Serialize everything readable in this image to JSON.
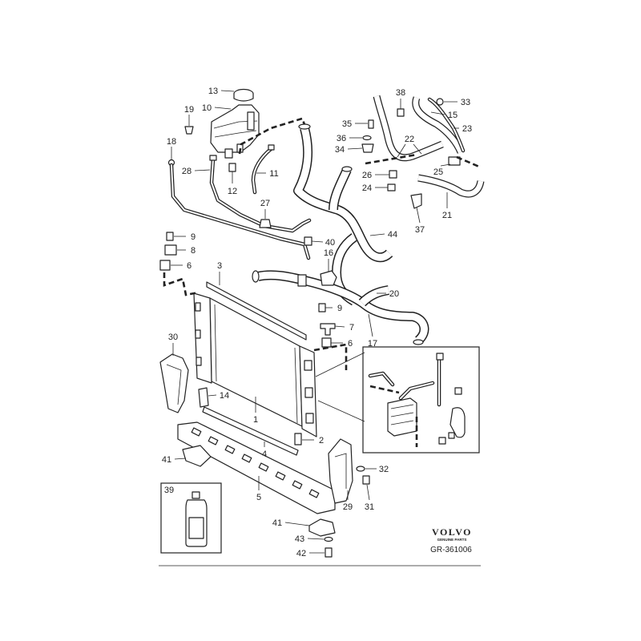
{
  "diagram": {
    "callouts": [
      "13",
      "10",
      "19",
      "18",
      "28",
      "11",
      "12",
      "27",
      "9",
      "8",
      "6",
      "3",
      "30",
      "14",
      "1",
      "2",
      "4",
      "41",
      "5",
      "39",
      "29",
      "31",
      "32",
      "41",
      "43",
      "42",
      "38",
      "33",
      "35",
      "15",
      "23",
      "36",
      "34",
      "22",
      "26",
      "25",
      "24",
      "21",
      "37",
      "44",
      "40",
      "16",
      "20",
      "9",
      "7",
      "6",
      "17"
    ]
  },
  "brand": {
    "logo": "VOLVO",
    "tagline": "GENUINE PARTS"
  },
  "reference": "GR-361006",
  "colors": {
    "line": "#222222",
    "background": "#ffffff"
  }
}
